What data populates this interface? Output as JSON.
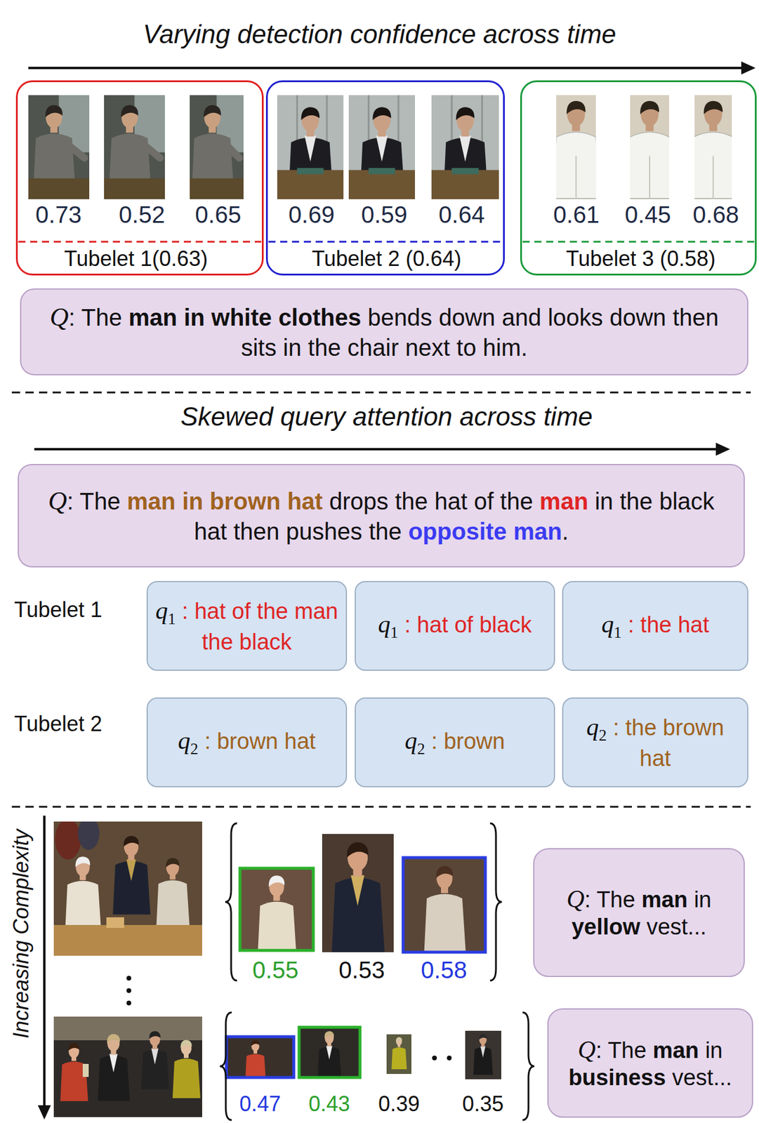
{
  "diagram": {
    "nodes": [
      {
        "text": [
          "0.73",
          "0.52",
          "0.65",
          "Tubelet 1(0.63)"
        ]
      },
      {
        "text": [
          "0.69",
          "0.59",
          "0.64",
          "Tubelet 2 (0.64)"
        ]
      },
      {
        "text": [
          "0.61",
          "0.45",
          "0.68",
          "Tubelet 3 (0.58)"
        ]
      },
      {
        "text": [
          "Q",
          ": The",
          "man in white clothes",
          "bends down and looks down then sits in the chair next to him."
        ]
      },
      {
        "text": [
          "Q",
          ": The",
          "man in brown hat",
          "drops the hat of the",
          "man",
          "in the black hat then pushes the",
          "opposite man",
          "."
        ]
      },
      {
        "text": [
          "q",
          "1",
          ": hat of the man the black"
        ]
      },
      {
        "text": [
          "q",
          "1",
          ": hat of black"
        ]
      },
      {
        "text": [
          "q",
          "1",
          ": the hat"
        ]
      },
      {
        "text": [
          "q",
          "2",
          ": brown hat"
        ]
      },
      {
        "text": [
          "q",
          "2",
          ": brown"
        ]
      },
      {
        "text": [
          "q",
          "2",
          ": the brown hat"
        ]
      },
      {
        "text": [
          "Q",
          ": The",
          "man",
          "in",
          "yellow",
          "vest..."
        ]
      },
      {
        "text": [
          "Q",
          ": The",
          "man",
          "in",
          "business",
          "vest..."
        ]
      }
    ],
    "labels": [
      "Varying detection confidence across time",
      "Skewed query attention across time",
      "Tubelet 1",
      "Tubelet 2",
      "Increasing Complexity",
      "0.55",
      "0.53",
      "0.58",
      "0.47",
      "0.43",
      "0.39",
      "0.35"
    ]
  }
}
